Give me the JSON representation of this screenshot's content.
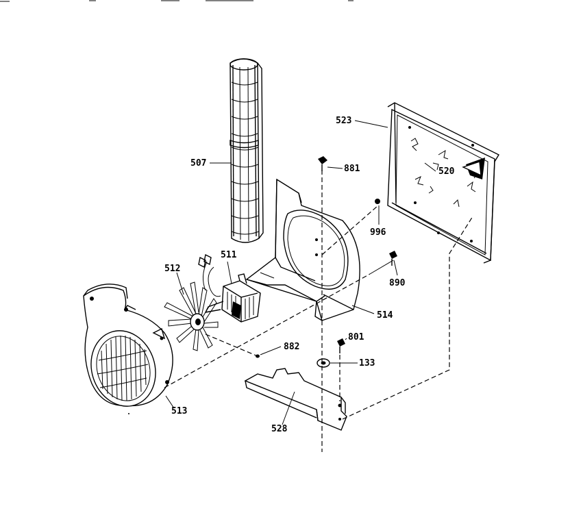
{
  "diagram": {
    "parts": [
      {
        "id": "p507",
        "label": "507"
      },
      {
        "id": "p523",
        "label": "523"
      },
      {
        "id": "p520",
        "label": "520"
      },
      {
        "id": "p881",
        "label": "881"
      },
      {
        "id": "p996",
        "label": "996"
      },
      {
        "id": "p890",
        "label": "890"
      },
      {
        "id": "p511",
        "label": "511"
      },
      {
        "id": "p512",
        "label": "512"
      },
      {
        "id": "p514",
        "label": "514"
      },
      {
        "id": "p882",
        "label": "882"
      },
      {
        "id": "p801",
        "label": "801"
      },
      {
        "id": "p133",
        "label": "133"
      },
      {
        "id": "p513",
        "label": "513"
      },
      {
        "id": "p528",
        "label": "528"
      }
    ]
  }
}
